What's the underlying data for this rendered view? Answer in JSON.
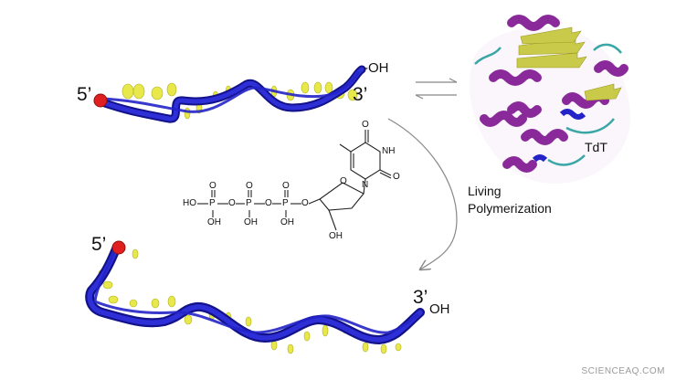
{
  "strand_top": {
    "five_prime": "5’",
    "three_prime": "3’",
    "hydroxyl": "-OH"
  },
  "enzyme": {
    "label": "TdT"
  },
  "process": {
    "line1": "Living",
    "line2": "Polymerization"
  },
  "monomer": {
    "ho": "HO",
    "p": "P",
    "o": "O",
    "oh": "OH",
    "nh": "NH",
    "n": "N"
  },
  "strand_bottom": {
    "five_prime": "5’",
    "three_prime": "3’",
    "hydroxyl": "OH"
  },
  "watermark": "SCIENCEAQ.COM",
  "colors": {
    "backbone": "#2323c8",
    "backbone_dark": "#12128a",
    "base": "#e8e84a",
    "helix": "#8a2a9a",
    "sheet": "#c9c94a",
    "loop": "#3aa6a6",
    "terminus": "#e02020"
  }
}
